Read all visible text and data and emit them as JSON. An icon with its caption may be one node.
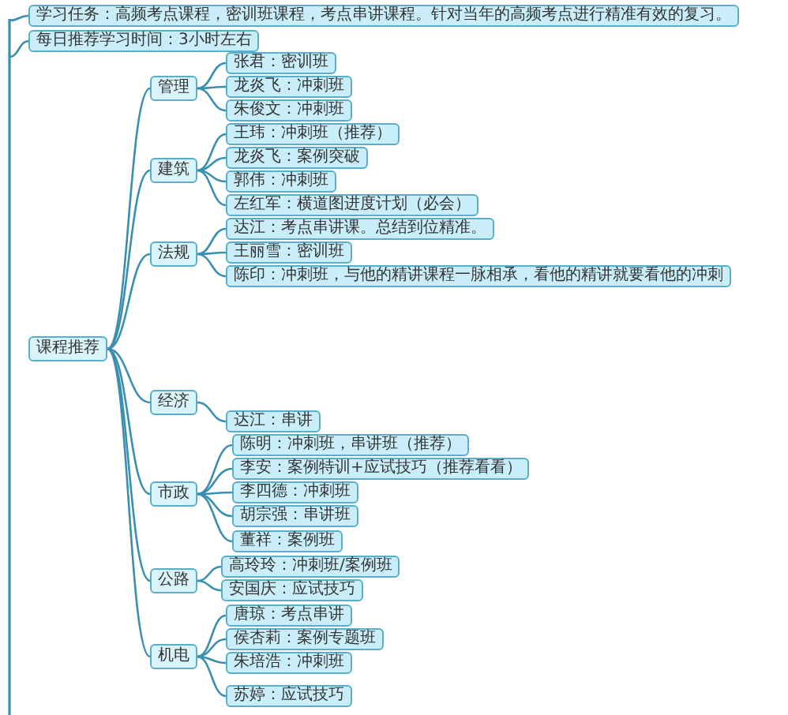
{
  "diagram": {
    "nodes": [
      {
        "text": [
          "学习任务：高频考点课程，密训班课程，考点串讲课程。针对当年的高频考点进行精准有效的复习。"
        ]
      },
      {
        "text": [
          "每日推荐学习时间：3小时左右"
        ]
      },
      {
        "text": [
          "课程推荐"
        ]
      },
      {
        "text": [
          "管理"
        ]
      },
      {
        "text": [
          "张君：密训班"
        ]
      },
      {
        "text": [
          "龙炎飞：冲刺班"
        ]
      },
      {
        "text": [
          "朱俊文：冲刺班"
        ]
      },
      {
        "text": [
          "建筑"
        ]
      },
      {
        "text": [
          "王玮：冲刺班（推荐）"
        ]
      },
      {
        "text": [
          "龙炎飞：案例突破"
        ]
      },
      {
        "text": [
          "郭伟：冲刺班"
        ]
      },
      {
        "text": [
          "左红军：横道图进度计划（必会）"
        ]
      },
      {
        "text": [
          "法规"
        ]
      },
      {
        "text": [
          "达江：考点串讲课。总结到位精准。"
        ]
      },
      {
        "text": [
          "王丽雪：密训班"
        ]
      },
      {
        "text": [
          "陈印：冲刺班，与他的精讲课程一脉相承，看他的精讲就要看他的冲刺"
        ]
      },
      {
        "text": [
          "经济"
        ]
      },
      {
        "text": [
          "达江：串讲"
        ]
      },
      {
        "text": [
          "市政"
        ]
      },
      {
        "text": [
          "陈明：冲刺班，串讲班（推荐）"
        ]
      },
      {
        "text": [
          "李安：案例特训+应试技巧（推荐看看）"
        ]
      },
      {
        "text": [
          "李四德：冲刺班"
        ]
      },
      {
        "text": [
          "胡宗强：串讲班"
        ]
      },
      {
        "text": [
          "董祥：案例班"
        ]
      },
      {
        "text": [
          "公路"
        ]
      },
      {
        "text": [
          "高玲玲：冲刺班/案例班"
        ]
      },
      {
        "text": [
          "安国庆：应试技巧"
        ]
      },
      {
        "text": [
          "机电"
        ]
      },
      {
        "text": [
          "唐琼：考点串讲"
        ]
      },
      {
        "text": [
          "侯杏莉：案例专题班"
        ]
      },
      {
        "text": [
          "朱培浩：冲刺班"
        ]
      },
      {
        "text": [
          "苏婷：应试技巧"
        ]
      }
    ],
    "edges": [
      {
        "from": null,
        "to": 0,
        "arrow": "none"
      },
      {
        "from": null,
        "to": 1,
        "arrow": "none"
      },
      {
        "from": 2,
        "to": 3,
        "arrow": "none"
      },
      {
        "from": 3,
        "to": 4,
        "arrow": "none"
      },
      {
        "from": 3,
        "to": 5,
        "arrow": "none"
      },
      {
        "from": 3,
        "to": 6,
        "arrow": "none"
      },
      {
        "from": 2,
        "to": 7,
        "arrow": "none"
      },
      {
        "from": 7,
        "to": 8,
        "arrow": "none"
      },
      {
        "from": 7,
        "to": 9,
        "arrow": "none"
      },
      {
        "from": 7,
        "to": 10,
        "arrow": "none"
      },
      {
        "from": 7,
        "to": 11,
        "arrow": "none"
      },
      {
        "from": 2,
        "to": 12,
        "arrow": "none"
      },
      {
        "from": 12,
        "to": 13,
        "arrow": "none"
      },
      {
        "from": 12,
        "to": 14,
        "arrow": "none"
      },
      {
        "from": 12,
        "to": 15,
        "arrow": "none"
      },
      {
        "from": 2,
        "to": 16,
        "arrow": "none"
      },
      {
        "from": 16,
        "to": 17,
        "arrow": "none"
      },
      {
        "from": 2,
        "to": 18,
        "arrow": "none"
      },
      {
        "from": 18,
        "to": 19,
        "arrow": "none"
      },
      {
        "from": 18,
        "to": 20,
        "arrow": "none"
      },
      {
        "from": 18,
        "to": 21,
        "arrow": "none"
      },
      {
        "from": 18,
        "to": 22,
        "arrow": "none"
      },
      {
        "from": 18,
        "to": 23,
        "arrow": "none"
      },
      {
        "from": 2,
        "to": 24,
        "arrow": "none"
      },
      {
        "from": 24,
        "to": 25,
        "arrow": "none"
      },
      {
        "from": 24,
        "to": 26,
        "arrow": "none"
      },
      {
        "from": 2,
        "to": 27,
        "arrow": "none"
      },
      {
        "from": 27,
        "to": 28,
        "arrow": "none"
      },
      {
        "from": 27,
        "to": 29,
        "arrow": "none"
      },
      {
        "from": 27,
        "to": 30,
        "arrow": "none"
      },
      {
        "from": 27,
        "to": 31,
        "arrow": "none"
      }
    ]
  }
}
